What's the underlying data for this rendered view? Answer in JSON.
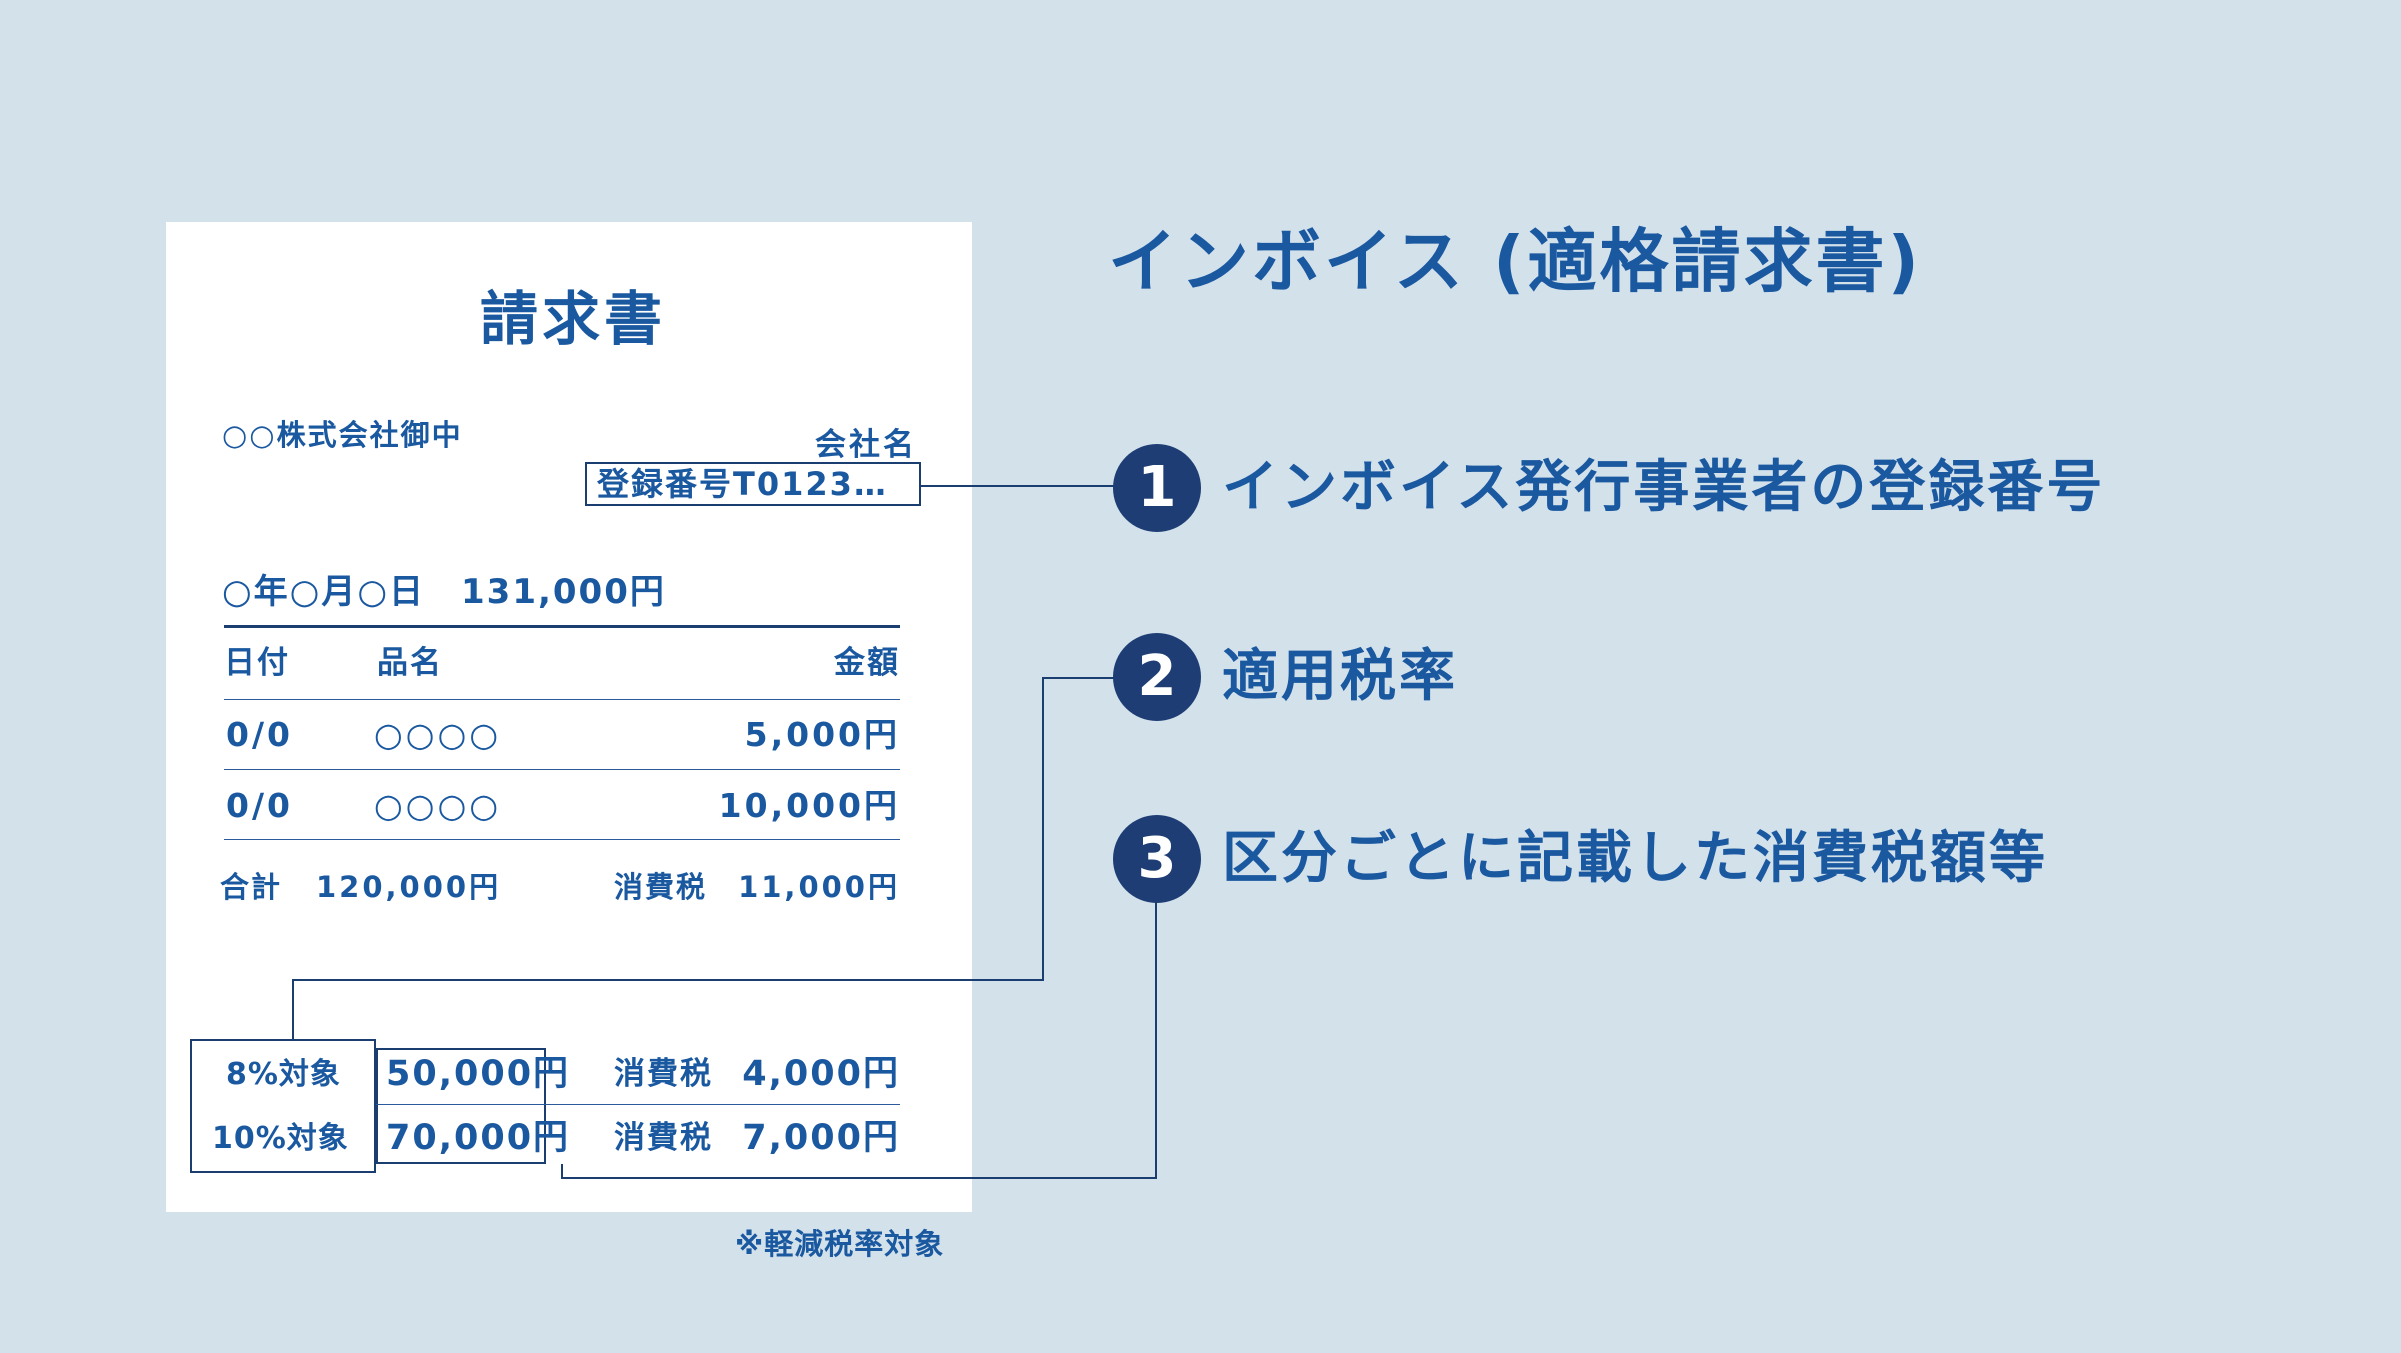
{
  "invoice": {
    "title": "請求書",
    "recipient": "○○株式会社御中",
    "company_name": "会社名",
    "registration_number": "登録番号T0123…",
    "issue_date": "○年○月○日",
    "grand_total": "131,000円",
    "columns": [
      "日付",
      "品名",
      "金額"
    ],
    "rows": [
      {
        "date": "0/0",
        "item": "○○○○",
        "amount": "5,000円"
      },
      {
        "date": "0/0",
        "item": "○○○○",
        "amount": "10,000円"
      }
    ],
    "subtotal_label": "合計",
    "subtotal_value": "120,000円",
    "tax_label": "消費税",
    "tax_value": "11,000円",
    "rate_rows": [
      {
        "rate": "8%対象",
        "amount": "50,000円",
        "tax_label": "消費税",
        "tax": "4,000円"
      },
      {
        "rate": "10%対象",
        "amount": "70,000円",
        "tax_label": "消費税",
        "tax": "7,000円"
      }
    ],
    "footnote": "※軽減税率対象"
  },
  "heading": "インボイス (適格請求書)",
  "points": [
    {
      "number": "1",
      "label": "インボイス発行事業者の登録番号"
    },
    {
      "number": "2",
      "label": "適用税率"
    },
    {
      "number": "3",
      "label": "区分ごとに記載した消費税額等"
    }
  ],
  "colors": {
    "background": "#d3e1eb",
    "paper": "#ffffff",
    "text": "#1a58a0",
    "circle": "#1d3d74",
    "line": "#1a3e70"
  }
}
